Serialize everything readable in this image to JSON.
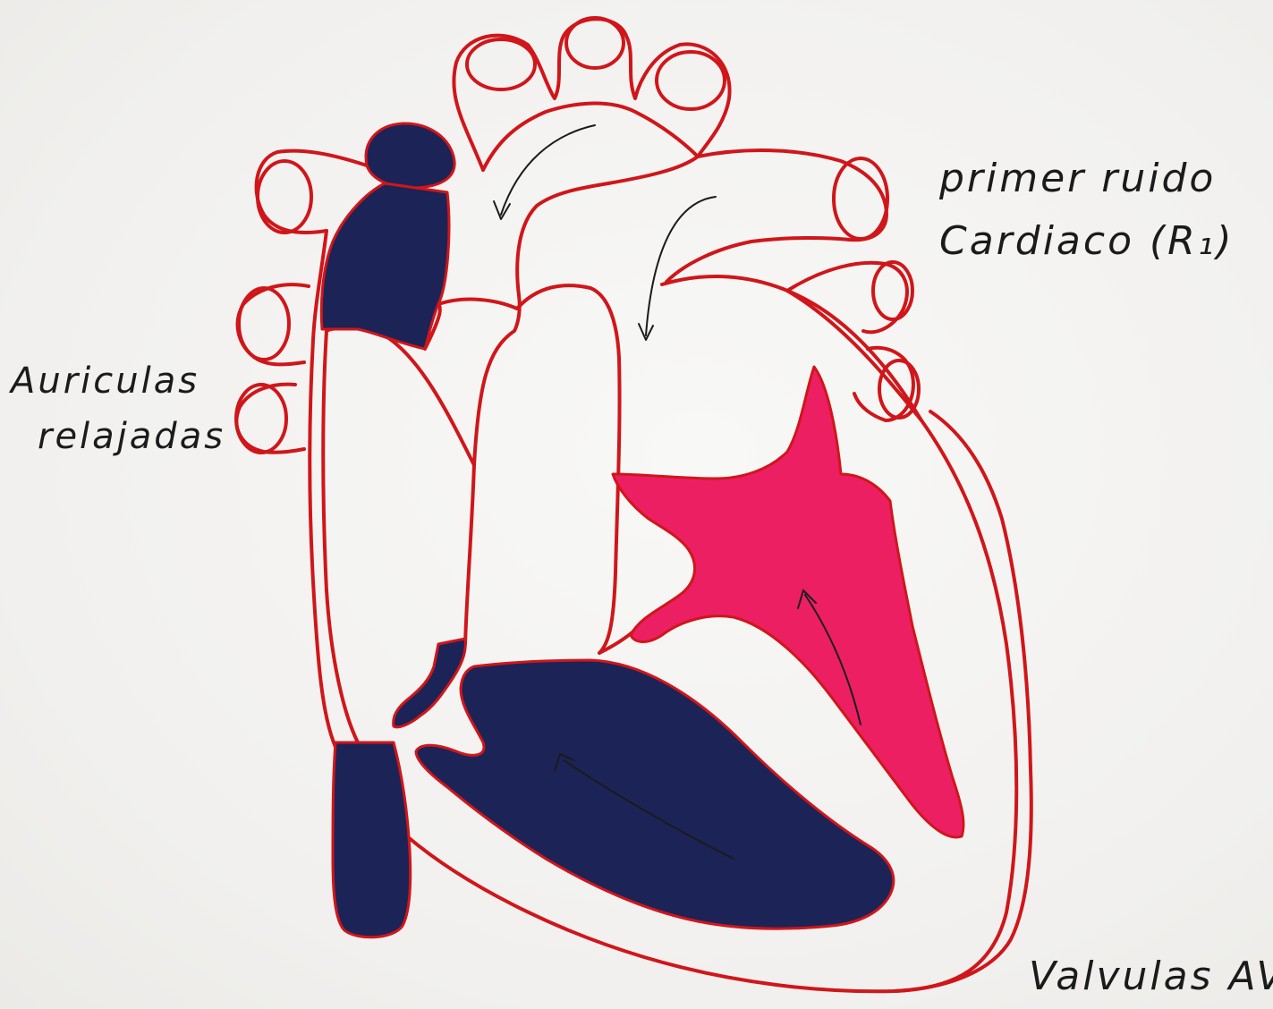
{
  "labels": {
    "first_heart_sound_line1": "primer ruido",
    "first_heart_sound_line2": "Cardiaco (R₁)",
    "atria_line1": "Auriculas",
    "atria_line2": "relajadas",
    "av_valves": "Valvulas AV"
  },
  "colors": {
    "outline": "#d0161a",
    "deoxygenated_blood": "#1c2357",
    "oxygenated_blood": "#ec1f63",
    "paper": "#f4f3f1",
    "ink": "#1b1b1b"
  }
}
